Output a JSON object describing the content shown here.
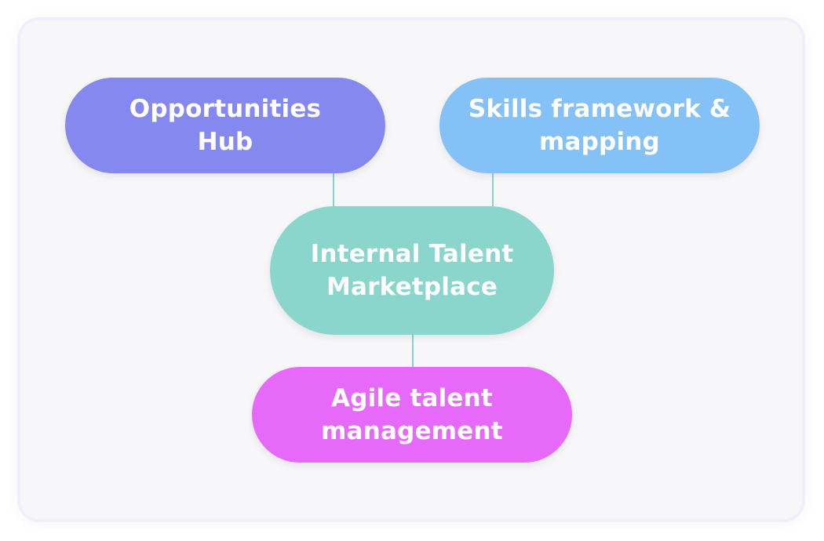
{
  "nodes": {
    "opportunities_hub": {
      "line1": "Opportunities",
      "line2": "Hub",
      "color": "#8589ef"
    },
    "skills_framework": {
      "line1": "Skills framework &",
      "line2": "mapping",
      "color": "#84c1f7"
    },
    "internal_talent_marketplace": {
      "line1": "Internal Talent",
      "line2": "Marketplace",
      "color": "#8ad6cc"
    },
    "agile_talent_management": {
      "line1": "Agile talent",
      "line2": "management",
      "color": "#e769fa"
    }
  },
  "connector_color": "#80d6ca"
}
